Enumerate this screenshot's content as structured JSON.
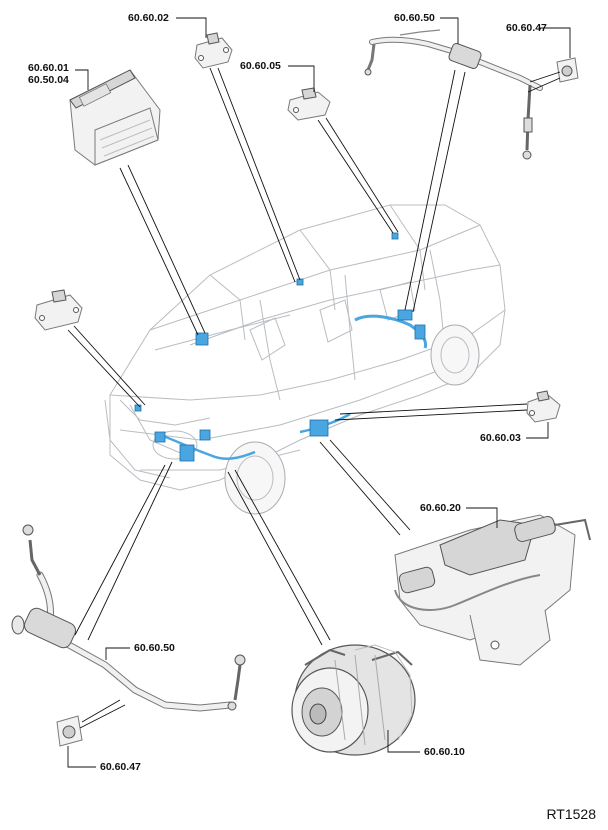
{
  "callouts": {
    "c_60_60_02": "60.60.02",
    "c_60_60_01": "60.60.01",
    "c_60_50_04": "60.50.04",
    "c_60_60_05": "60.60.05",
    "c_60_60_50_top": "60.60.50",
    "c_60_60_47_top": "60.60.47",
    "c_60_60_03": "60.60.03",
    "c_60_60_20": "60.60.20",
    "c_60_60_50_bottom": "60.60.50",
    "c_60_60_47_bottom": "60.60.47",
    "c_60_60_10": "60.60.10"
  },
  "reference": "RT1528",
  "colors": {
    "highlight": "#4aa6e0",
    "line": "#111111",
    "part": "#f2f2f2"
  }
}
